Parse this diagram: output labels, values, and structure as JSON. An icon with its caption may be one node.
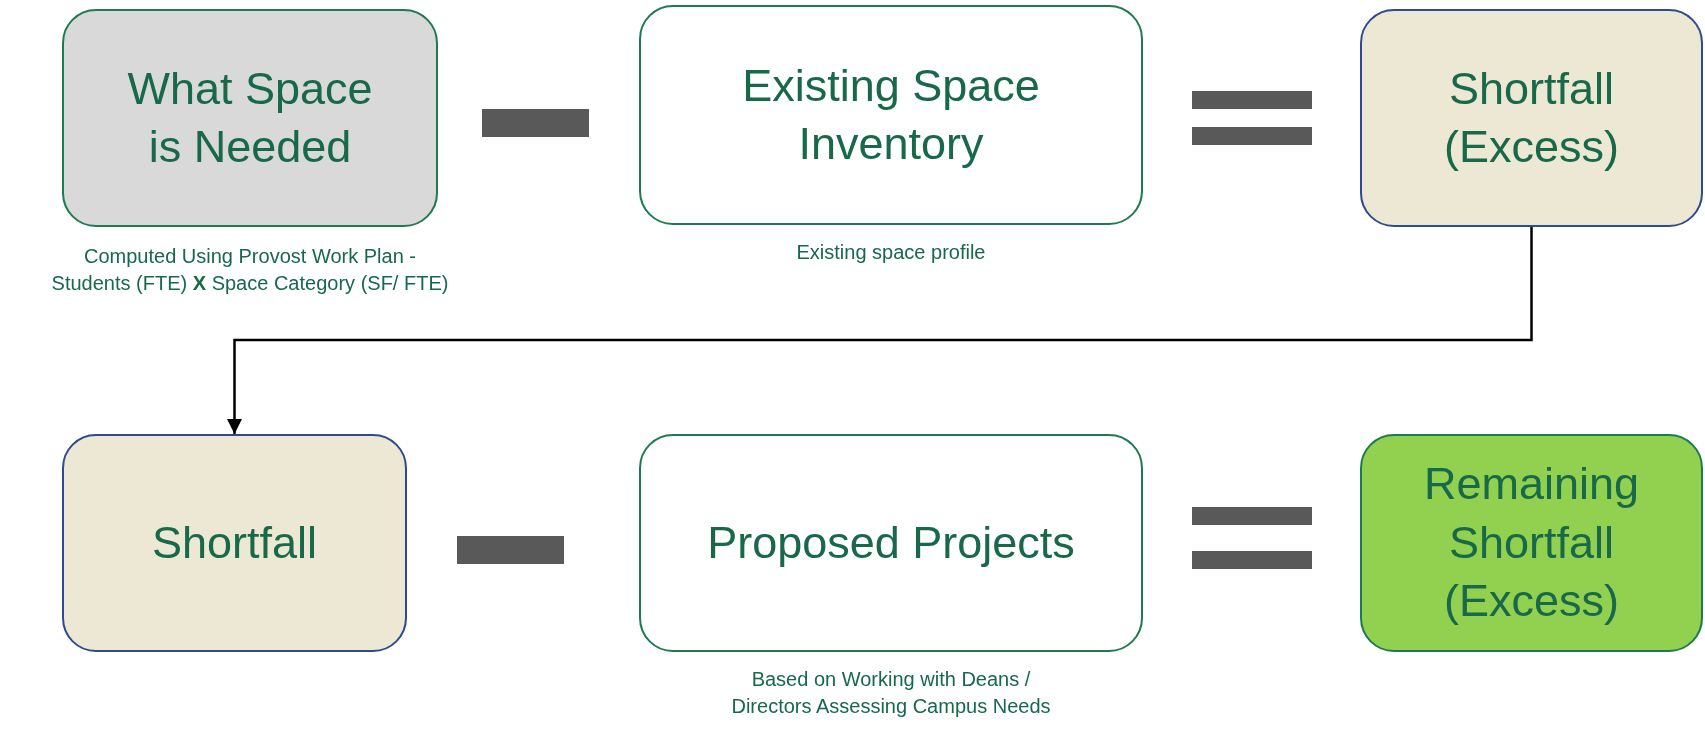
{
  "diagram": {
    "nodes": [
      {
        "text": [
          "What Space is Needed"
        ],
        "beside": [
          "Computed Using Provost Work Plan - Students (FTE)  **X** Space Category (SF/ FTE)"
        ]
      },
      {
        "text": [
          "Existing Space Inventory"
        ],
        "beside": [
          "Existing space profile"
        ]
      },
      {
        "text": [
          "Shortfall (Excess)"
        ]
      },
      {
        "text": [
          "Shortfall"
        ]
      },
      {
        "text": [
          "Proposed Projects"
        ],
        "beside": [
          "Based on Working with Deans / Directors Assessing Campus Needs"
        ]
      },
      {
        "text": [
          "Remaining Shortfall (Excess)"
        ]
      },
      {
        "text": [],
        "shape": "bar"
      },
      {
        "text": [],
        "shape": "bar"
      }
    ],
    "edges": [
      {
        "from": 2,
        "to": 3,
        "arrow": "to"
      }
    ]
  }
}
